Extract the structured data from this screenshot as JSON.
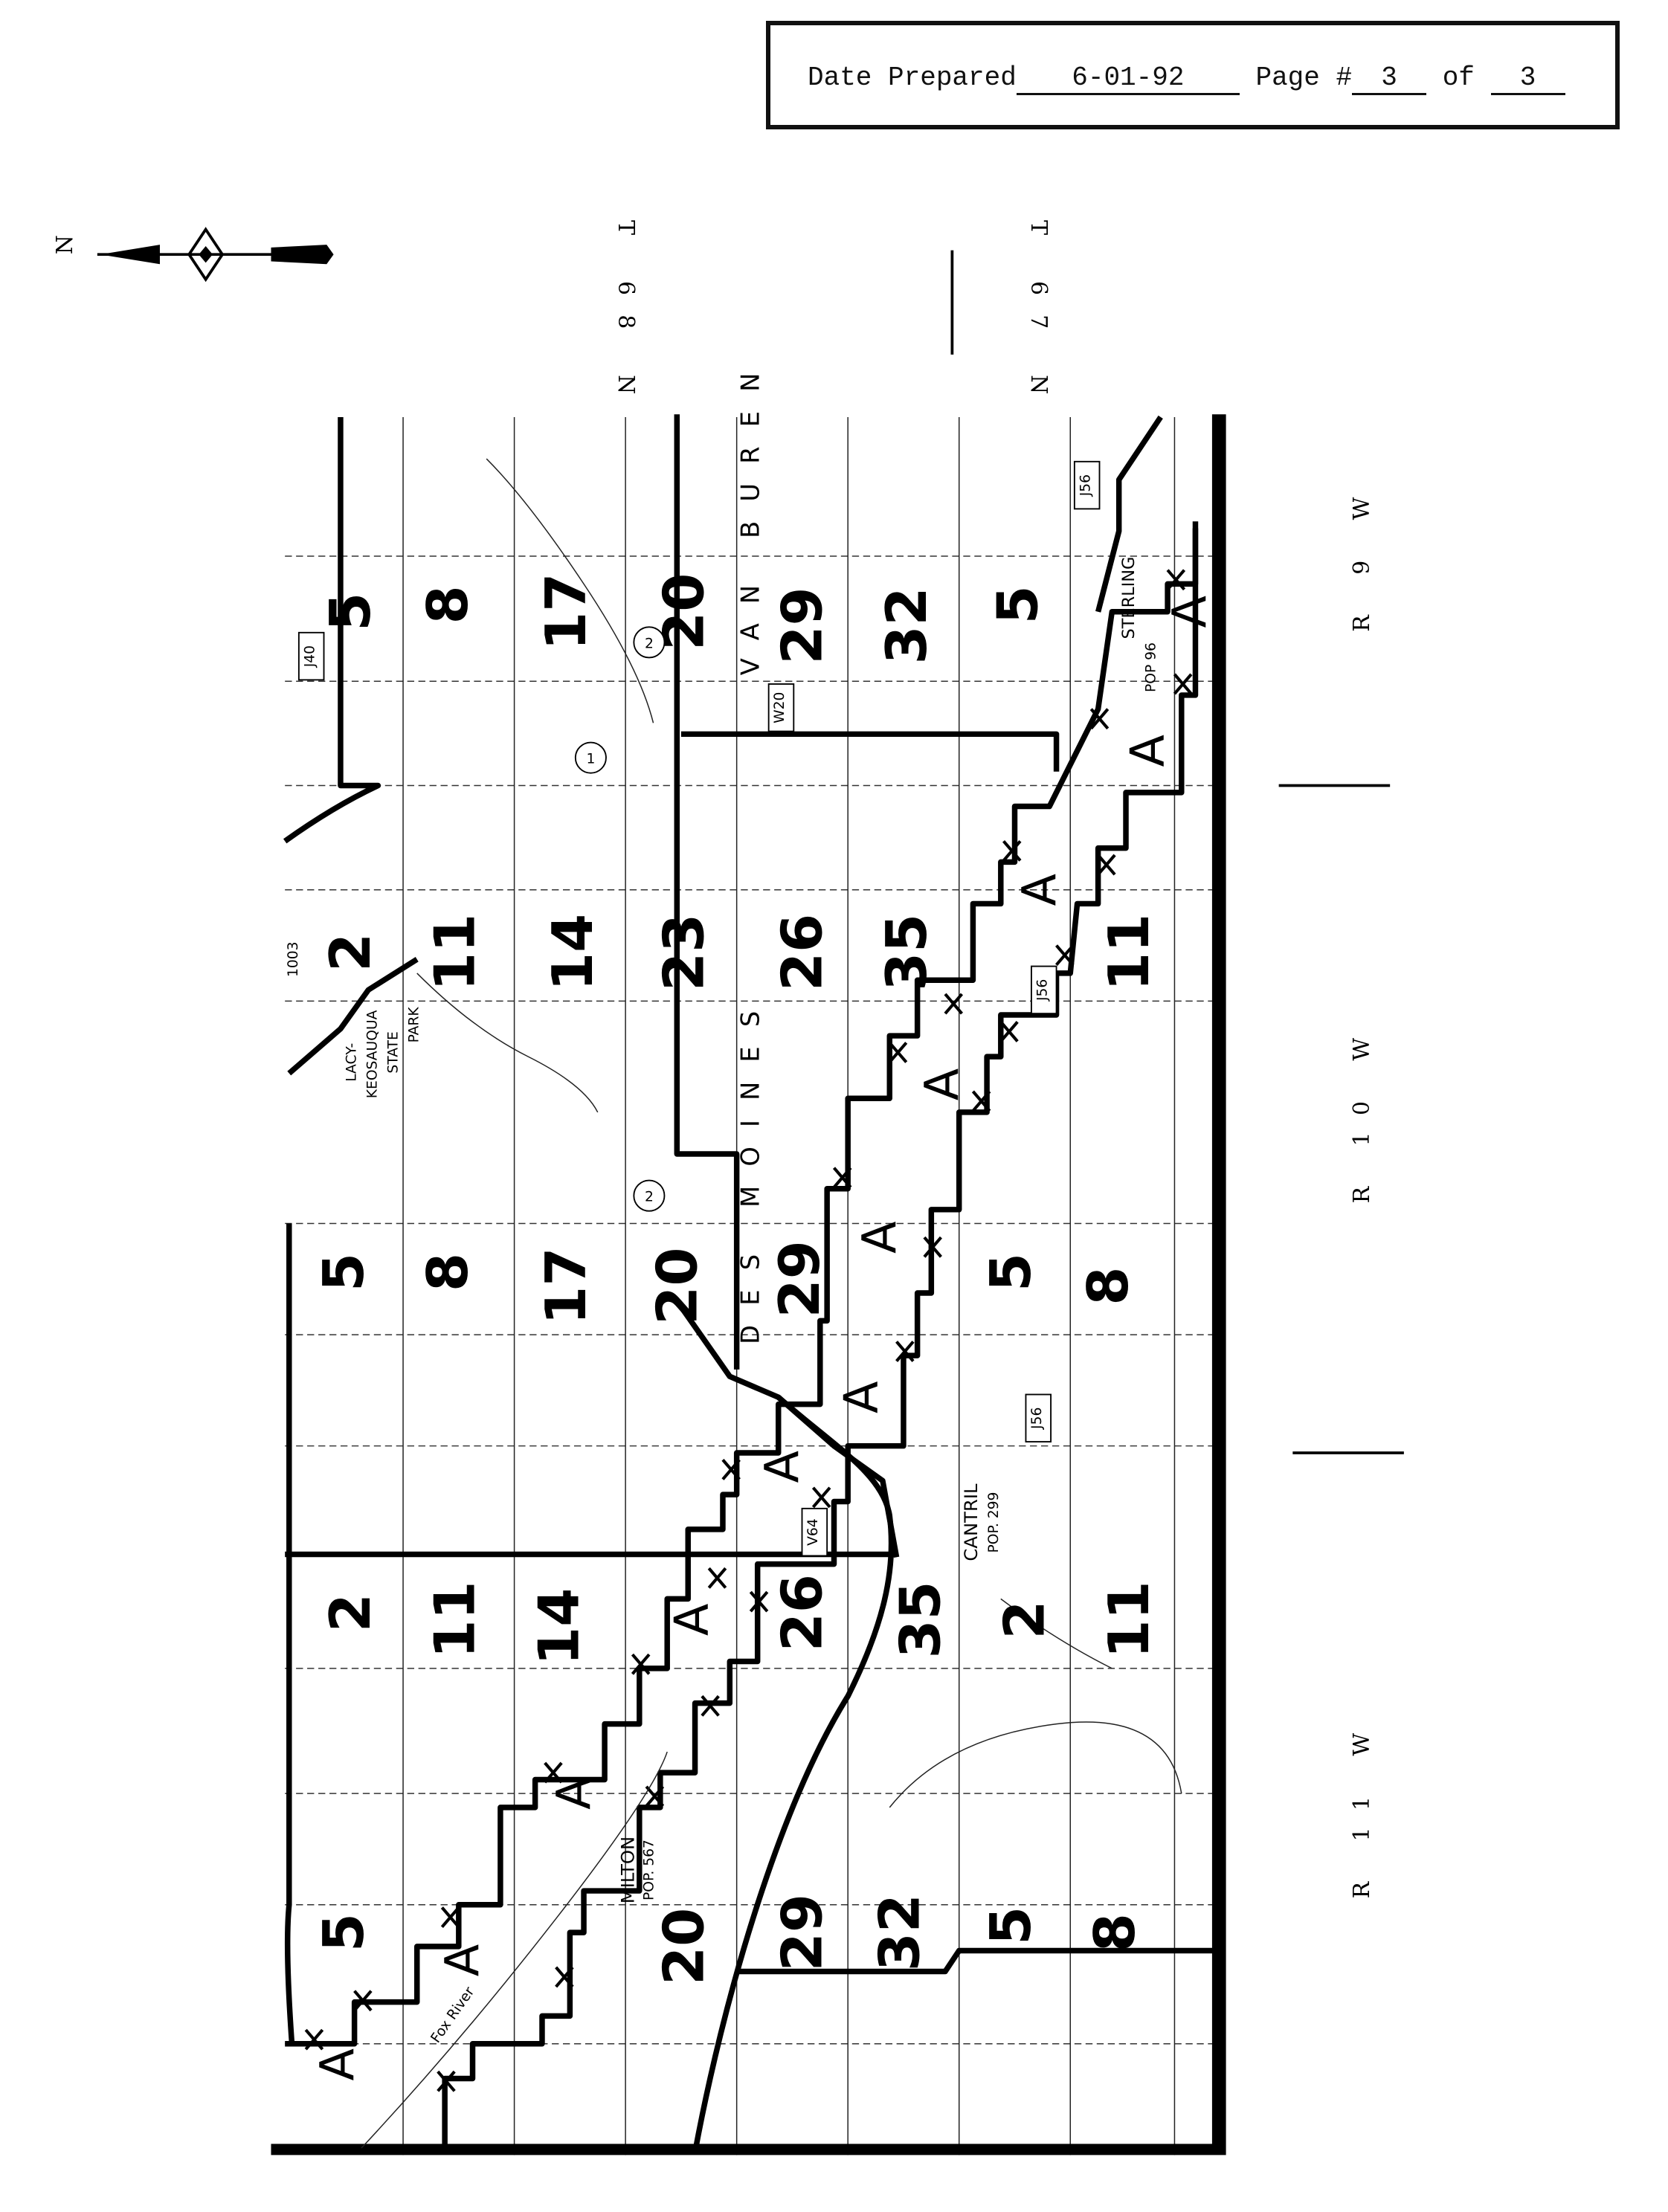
{
  "header": {
    "date_label": "Date Prepared",
    "date": "6-01-92",
    "page_label": "Page #",
    "page": "3",
    "of_label": "of",
    "of_total": "3"
  },
  "compass": {
    "north": "N"
  },
  "townships": [
    "T 68 N",
    "T 67 N"
  ],
  "ranges": [
    "R 9 W",
    "R 10 W",
    "R 11 W"
  ],
  "counties": [
    "VAN BUREN",
    "DES MOINES"
  ],
  "places": {
    "cantril": "CANTRIL",
    "cantril_pop": "POP. 299",
    "milton": "MILTON",
    "milton_pop": "POP. 567",
    "sterling": "STERLING",
    "sterling_pop": "POP 96",
    "park": [
      "LACY-",
      "KEOSAUQUA",
      "STATE",
      "PARK"
    ],
    "river": "Fox River"
  },
  "roads": {
    "j40": "J40",
    "w20": "W20",
    "j56": "J56",
    "v64": "V64",
    "state2": "2",
    "route1": "1",
    "t1003": "1003"
  },
  "zone_label": "A",
  "sections": {
    "row1": [
      "5",
      "8",
      "17",
      "20",
      "29",
      "32",
      "5"
    ],
    "row2": [
      "2",
      "11",
      "14",
      "23",
      "26",
      "35",
      "11"
    ],
    "row3": [
      "5",
      "8",
      "17",
      "20",
      "29",
      "5",
      "8"
    ],
    "row4": [
      "2",
      "11",
      "14",
      "26",
      "35",
      "2",
      "11"
    ],
    "row5": [
      "5",
      "20",
      "29",
      "32",
      "5",
      "8"
    ]
  }
}
